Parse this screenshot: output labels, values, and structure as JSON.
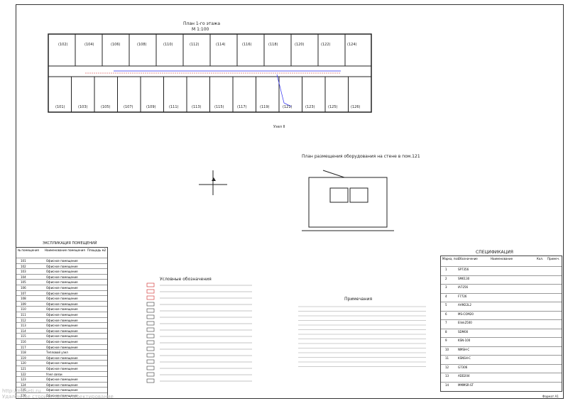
{
  "plan": {
    "title": "План 1-го этажа",
    "scale": "М 1:100",
    "rooms_top": [
      "(102)",
      "(104)",
      "(106)",
      "(108)",
      "(110)",
      "(112)",
      "(114)",
      "(116)",
      "(118)",
      "(120)",
      "(122)",
      "(124)"
    ],
    "rooms_bottom": [
      "(101)",
      "(103)",
      "(105)",
      "(107)",
      "(109)",
      "(111)",
      "(113)",
      "(115)",
      "(117)",
      "(119)",
      "(121)",
      "(123)",
      "(125)",
      "(126)"
    ],
    "node_label": "Узел II"
  },
  "equipment_plan": {
    "title": "План размещения оборудования на стене в пом.121"
  },
  "explication": {
    "title": "ЭКСПЛИКАЦИЯ ПОМЕЩЕНИЙ",
    "headers": [
      "№ помещения",
      "Наименование помещения",
      "Площадь м2"
    ],
    "rows": [
      [
        "101",
        "Офисное помещение"
      ],
      [
        "102",
        "Офисное помещение"
      ],
      [
        "103",
        "Офисное помещение"
      ],
      [
        "104",
        "Офисное помещение"
      ],
      [
        "105",
        "Офисное помещение"
      ],
      [
        "106",
        "Офисное помещение"
      ],
      [
        "107",
        "Офисное помещение"
      ],
      [
        "108",
        "Офисное помещение"
      ],
      [
        "109",
        "Офисное помещение"
      ],
      [
        "110",
        "Офисное помещение"
      ],
      [
        "111",
        "Офисное помещение"
      ],
      [
        "112",
        "Офисное помещение"
      ],
      [
        "113",
        "Офисное помещение"
      ],
      [
        "114",
        "Офисное помещение"
      ],
      [
        "115",
        "Офисное помещение"
      ],
      [
        "116",
        "Офисное помещение"
      ],
      [
        "117",
        "Офисное помещение"
      ],
      [
        "118",
        "Тепловой узел"
      ],
      [
        "119",
        "Офисное помещение"
      ],
      [
        "120",
        "Офисное помещение"
      ],
      [
        "121",
        "Офисное помещение"
      ],
      [
        "122",
        "Узел связи"
      ],
      [
        "123",
        "Офисное помещение"
      ],
      [
        "124",
        "Офисное помещение"
      ],
      [
        "125",
        "Офисное помещение"
      ],
      [
        "126",
        "Офисное помещение"
      ]
    ]
  },
  "legend": {
    "title": "Условные обозначения"
  },
  "notes": {
    "title": "Примечания"
  },
  "spec": {
    "title": "СПЕЦИФИКАЦИЯ",
    "headers": [
      "Марка, поз.",
      "Обозначение",
      "Наименование",
      "Кол.",
      "Примеч."
    ],
    "rows": [
      [
        "1",
        "SP7356",
        ""
      ],
      [
        "2",
        "SM6130",
        ""
      ],
      [
        "3",
        "IA7256",
        ""
      ],
      [
        "4",
        "F7726",
        ""
      ],
      [
        "5",
        "AAM22L2",
        ""
      ],
      [
        "6",
        "MS-COM20",
        ""
      ],
      [
        "7",
        "Elink2500",
        ""
      ],
      [
        "8",
        "SDM00",
        ""
      ],
      [
        "9",
        "KSN-100",
        ""
      ],
      [
        "10",
        "NMSH-C",
        ""
      ],
      [
        "11",
        "KSNSH-C",
        ""
      ],
      [
        "12",
        "G7306",
        ""
      ],
      [
        "13",
        "ADD204",
        ""
      ],
      [
        "14",
        "MMMSR-ST",
        ""
      ]
    ]
  },
  "footer": {
    "watermark_url": "http://mkseti.ru",
    "watermark_text": "Удаленное строительное проектирование",
    "sheet": "Формат А1"
  }
}
